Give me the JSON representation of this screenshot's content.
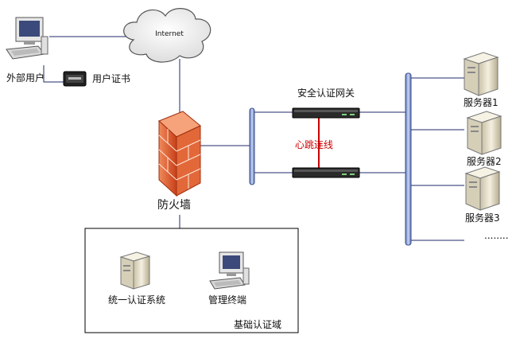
{
  "nodes": {
    "internet": "Internet",
    "external_user": "外部用户",
    "user_cert": "用户证书",
    "firewall": "防火墙",
    "gateway": "安全认证网关",
    "heartbeat": "心跳连线",
    "server1": "服务器1",
    "server2": "服务器2",
    "server3": "服务器3",
    "more": "........",
    "auth_system": "统一认证系统",
    "mgmt_terminal": "管理终端",
    "domain": "基础认证域"
  },
  "colors": {
    "link": "#1f2a6b",
    "heartbeat": "#cc0000",
    "firewall": "#d9532b",
    "bus": "#8fa8d8",
    "server": "#e9e3cf"
  },
  "icons": {
    "cloud": "cloud-icon",
    "computer": "computer-icon",
    "card": "card-icon",
    "firewall": "firewall-icon",
    "router": "router-icon",
    "server": "server-icon"
  }
}
